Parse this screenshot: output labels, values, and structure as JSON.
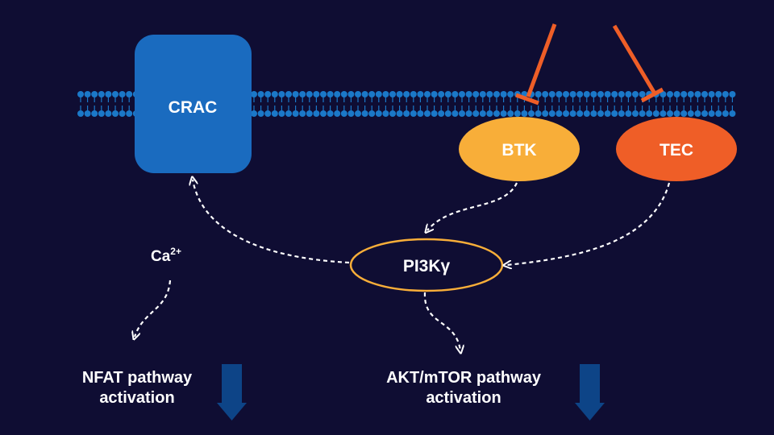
{
  "colors": {
    "background": "#0f0d33",
    "membrane": "#1b78c8",
    "crac": "#1a6bbf",
    "btk": "#f8ae39",
    "tec": "#ef5e27",
    "inhibitor": "#ef5e27",
    "pi3k_outline": "#f8ae39",
    "down_arrow": "#0d4487"
  },
  "nodes": {
    "crac": "CRAC",
    "btk": "BTK",
    "tec": "TEC",
    "pi3k": "PI3Kγ",
    "calcium": {
      "base": "Ca",
      "superscript": "2+"
    }
  },
  "outcomes": {
    "nfat": {
      "line1": "NFAT pathway",
      "line2": "activation",
      "direction": "down"
    },
    "akt": {
      "line1": "AKT/mTOR pathway",
      "line2": "activation",
      "direction": "down"
    }
  }
}
